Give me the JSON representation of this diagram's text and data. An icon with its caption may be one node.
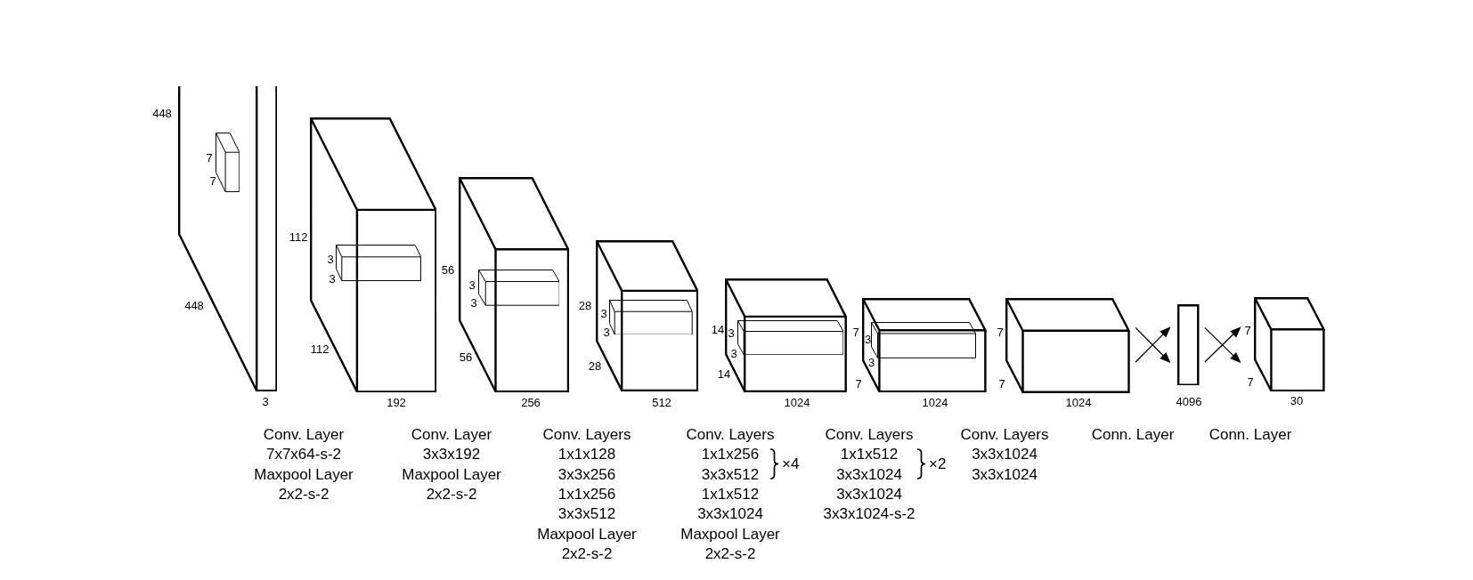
{
  "diagram": {
    "nodes": [
      {
        "text": [],
        "shape": "cuboid",
        "beside": [
          "448",
          "448",
          "3"
        ]
      },
      {
        "text": [],
        "shape": "cuboid",
        "in": 0,
        "beside": [
          "7",
          "7"
        ]
      },
      {
        "text": [],
        "shape": "cuboid",
        "beside": [
          "112",
          "112",
          "192"
        ]
      },
      {
        "text": [],
        "shape": "cuboid",
        "in": 2,
        "beside": [
          "3",
          "3"
        ]
      },
      {
        "text": [],
        "shape": "cuboid",
        "beside": [
          "56",
          "56",
          "256"
        ]
      },
      {
        "text": [],
        "shape": "cuboid",
        "in": 4,
        "beside": [
          "3",
          "3"
        ]
      },
      {
        "text": [],
        "shape": "cuboid",
        "beside": [
          "28",
          "28",
          "512"
        ]
      },
      {
        "text": [],
        "shape": "cuboid",
        "in": 6,
        "beside": [
          "3",
          "3"
        ]
      },
      {
        "text": [],
        "shape": "cuboid",
        "beside": [
          "14",
          "14",
          "1024"
        ]
      },
      {
        "text": [],
        "shape": "cuboid",
        "in": 8,
        "beside": [
          "3",
          "3"
        ]
      },
      {
        "text": [],
        "shape": "cuboid",
        "beside": [
          "7",
          "7",
          "1024"
        ]
      },
      {
        "text": [],
        "shape": "cuboid",
        "in": 10,
        "beside": [
          "3",
          "3"
        ]
      },
      {
        "text": [],
        "shape": "cuboid",
        "beside": [
          "7",
          "7",
          "1024"
        ]
      },
      {
        "text": [],
        "shape": "bar",
        "beside": [
          "4096"
        ]
      },
      {
        "text": [],
        "shape": "cuboid",
        "beside": [
          "7",
          "7",
          "30"
        ]
      }
    ],
    "edges": [
      {
        "from": 12,
        "to": 13,
        "arrow": "to"
      },
      {
        "from": 13,
        "to": 14,
        "arrow": "to"
      }
    ],
    "labels": [
      "Conv. Layer",
      "7x7x64-s-2",
      "Maxpool Layer",
      "2x2-s-2",
      "Conv. Layer",
      "3x3x192",
      "Maxpool Layer",
      "2x2-s-2",
      "Conv. Layers",
      "1x1x128",
      "3x3x256",
      "1x1x256",
      "3x3x512",
      "Maxpool Layer",
      "2x2-s-2",
      "Conv. Layers",
      "1x1x256",
      "3x3x512",
      "×4",
      "1x1x512",
      "3x3x1024",
      "Maxpool Layer",
      "2x2-s-2",
      "Conv. Layers",
      "1x1x512",
      "3x3x1024",
      "×2",
      "3x3x1024",
      "3x3x1024-s-2",
      "Conv. Layers",
      "3x3x1024",
      "3x3x1024",
      "Conn. Layer",
      "Conn. Layer"
    ]
  }
}
